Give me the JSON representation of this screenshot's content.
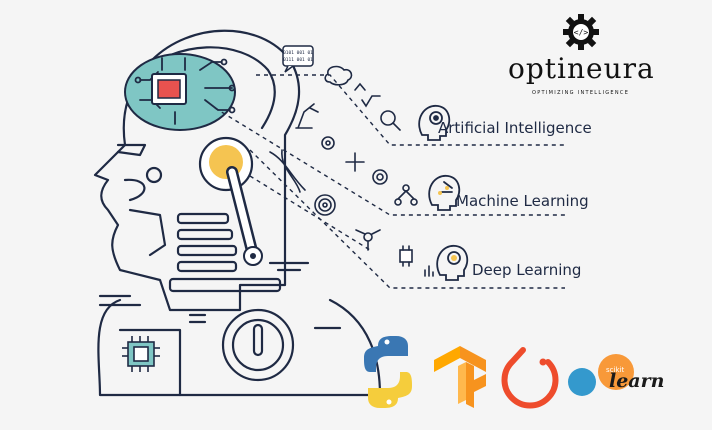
{
  "brand": {
    "name": "optineura",
    "tagline": "OPTIMIZING INTELLIGENCE",
    "logo_icon": "gear-code-icon"
  },
  "topics": [
    {
      "label": "Artificial Intelligence",
      "icon": "ai-head-icon"
    },
    {
      "label": "Machine Learning",
      "icon": "ml-head-icon"
    },
    {
      "label": "Deep Learning",
      "icon": "dl-head-icon"
    }
  ],
  "bubble": {
    "line1": "0101 001 01",
    "line2": "0111 001 01"
  },
  "logos": [
    {
      "name": "python-logo"
    },
    {
      "name": "tensorflow-logo"
    },
    {
      "name": "pytorch-logo"
    },
    {
      "name": "scikit-learn-logo",
      "small_text": "scikit",
      "text": "learn"
    }
  ],
  "colors": {
    "ink": "#1f2a44",
    "teal": "#7fc6c4",
    "red": "#e8524f",
    "yellow": "#f5c451",
    "python_blue": "#3a77b3",
    "python_yellow": "#f5cd3c",
    "tensorflow_orange": "#f7931e",
    "pytorch_orange": "#ee4c2c",
    "sklearn_blue": "#3499cd",
    "sklearn_orange": "#f89939"
  }
}
